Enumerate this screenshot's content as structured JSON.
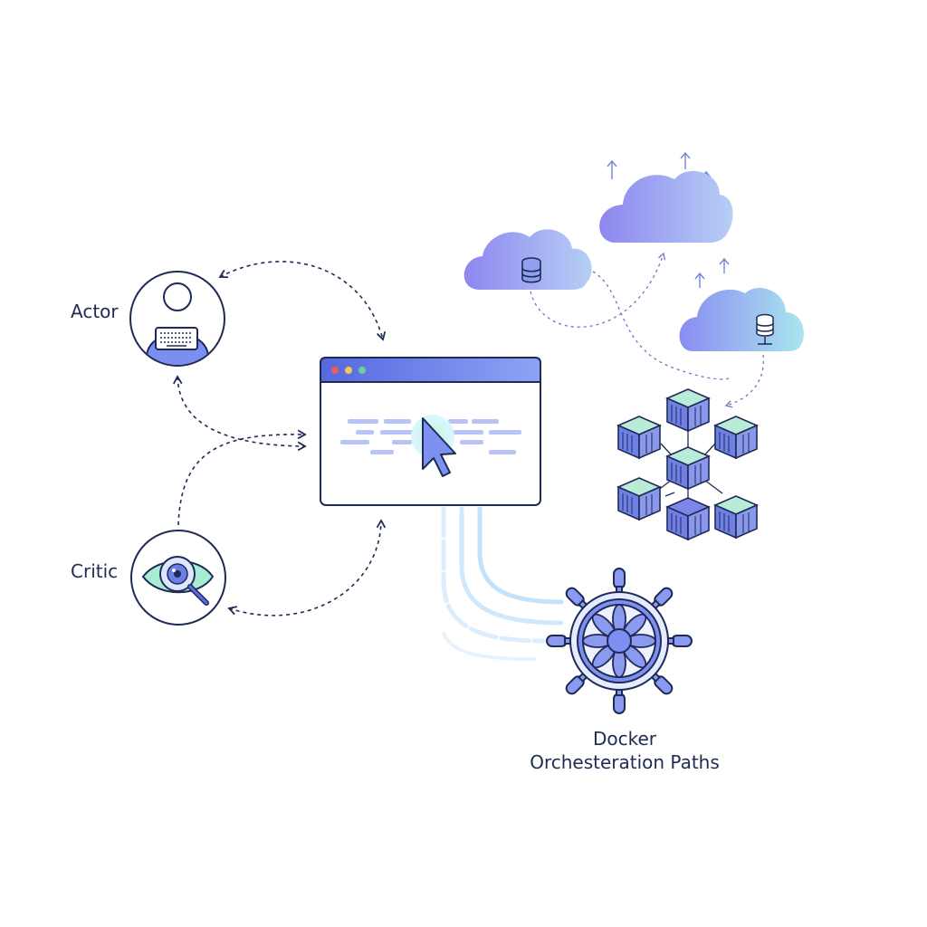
{
  "labels": {
    "actor": "Actor",
    "critic": "Critic",
    "docker_line1": "Docker",
    "docker_line2": "Orchesteration Paths"
  },
  "icons": {
    "actor": "user-at-keyboard-icon",
    "critic": "eye-magnifier-icon",
    "app_window": "browser-window-icon",
    "cursor": "mouse-pointer-icon",
    "clouds": "cloud-icon",
    "database": "database-icon",
    "containers": "container-cube-icon",
    "helm": "ship-wheel-icon"
  },
  "colors": {
    "ink": "#1f2a55",
    "accent_blue": "#5b6ee8",
    "cloud_purple": "#8f8cf0",
    "cloud_cyan": "#a9e4ef",
    "mint": "#b9ecd8",
    "dot_red": "#f05a5a",
    "dot_yellow": "#f2c94c",
    "dot_green": "#6fcf97",
    "pipe_blue": "#bfe0fb"
  }
}
